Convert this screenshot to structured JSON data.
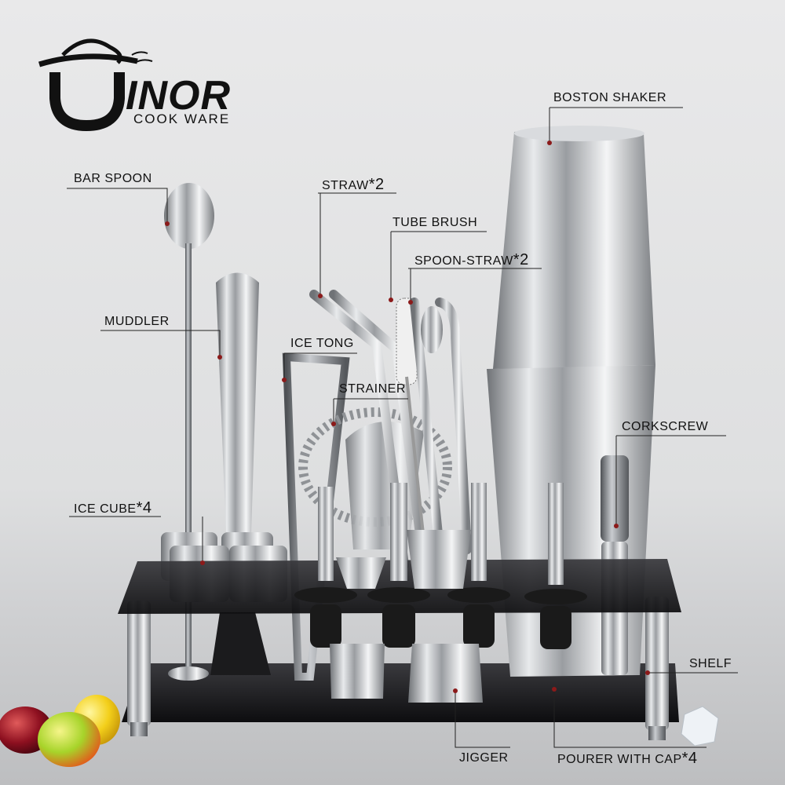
{
  "brand": {
    "name": "INOR",
    "subtitle": "COOK WARE"
  },
  "labels": {
    "boston_shaker": "BOSTON SHAKER",
    "bar_spoon": "BAR SPOON",
    "straw": "STRAW",
    "straw_qty": "*2",
    "tube_brush": "TUBE BRUSH",
    "spoon_straw": "SPOON-STRAW",
    "spoon_straw_qty": "*2",
    "muddler": "MUDDLER",
    "ice_tong": "ICE TONG",
    "strainer": "STRAINER",
    "corkscrew": "CORKSCREW",
    "ice_cube": "ICE CUBE",
    "ice_cube_qty": "*4",
    "shelf": "SHELF",
    "jigger": "JIGGER",
    "pourer": "POURER WITH CAP",
    "pourer_qty": "*4"
  },
  "colors": {
    "label_dot": "#8b1a1a",
    "steel": "#b9bcbf",
    "acrylic": "#1a1a1c"
  }
}
